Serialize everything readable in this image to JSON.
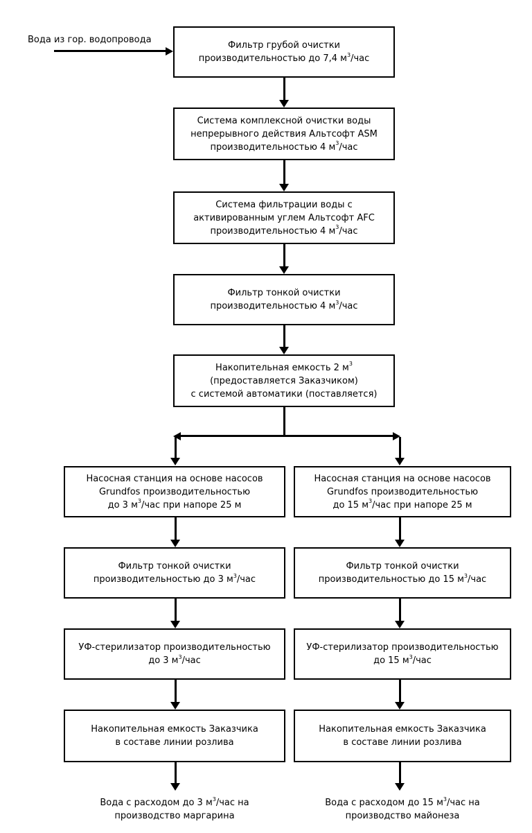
{
  "input_label": "Вода из гор. водопровода",
  "nodes": {
    "coarse_filter": [
      [
        "Фильтр грубой очистки"
      ],
      [
        "производительностью до 7,4 м",
        "3",
        "/час"
      ]
    ],
    "complex_treatment": [
      [
        "Система комплексной очистки воды"
      ],
      [
        "непрерывного действия Альтсофт ASM"
      ],
      [
        "производительностью 4 м",
        "3",
        "/час"
      ]
    ],
    "carbon_filtration": [
      [
        "Система фильтрации воды с"
      ],
      [
        "активированным углем Альтсофт AFC"
      ],
      [
        "производительностью 4 м",
        "3",
        "/час"
      ]
    ],
    "fine_filter_main": [
      [
        "Фильтр тонкой очистки"
      ],
      [
        "производительностью 4 м",
        "3",
        "/час"
      ]
    ],
    "storage_tank": [
      [
        "Накопительная емкость 2 м",
        "3",
        ""
      ],
      [
        "(предоставляется Заказчиком)"
      ],
      [
        "с системой автоматики (поставляется)"
      ]
    ],
    "pump_left": [
      [
        "Насосная станция на основе насосов"
      ],
      [
        "Grundfos производительностью"
      ],
      [
        "до 3 м",
        "3",
        "/час при напоре 25 м"
      ]
    ],
    "pump_right": [
      [
        "Насосная станция на основе насосов"
      ],
      [
        "Grundfos производительностью"
      ],
      [
        "до 15 м",
        "3",
        "/час при напоре 25 м"
      ]
    ],
    "fine_filter_left": [
      [
        "Фильтр тонкой очистки"
      ],
      [
        "производительностью до 3 м",
        "3",
        "/час"
      ]
    ],
    "fine_filter_right": [
      [
        "Фильтр тонкой очистки"
      ],
      [
        "производительностью до 15 м",
        "3",
        "/час"
      ]
    ],
    "uv_left": [
      [
        "УФ-стерилизатор производительностью"
      ],
      [
        "до 3 м",
        "3",
        "/час"
      ]
    ],
    "uv_right": [
      [
        "УФ-стерилизатор производительностью"
      ],
      [
        "до 15 м",
        "3",
        "/час"
      ]
    ],
    "customer_tank_left": [
      [
        "Накопительная емкость Заказчика"
      ],
      [
        "в составе линии розлива"
      ]
    ],
    "customer_tank_right": [
      [
        "Накопительная емкость Заказчика"
      ],
      [
        "в составе линии розлива"
      ]
    ]
  },
  "outputs": {
    "left": [
      [
        "Вода с расходом до 3 м",
        "3",
        "/час на"
      ],
      [
        "производство маргарина"
      ]
    ],
    "right": [
      [
        "Вода с расходом до 15 м",
        "3",
        "/час на"
      ],
      [
        "производство майонеза"
      ]
    ]
  }
}
